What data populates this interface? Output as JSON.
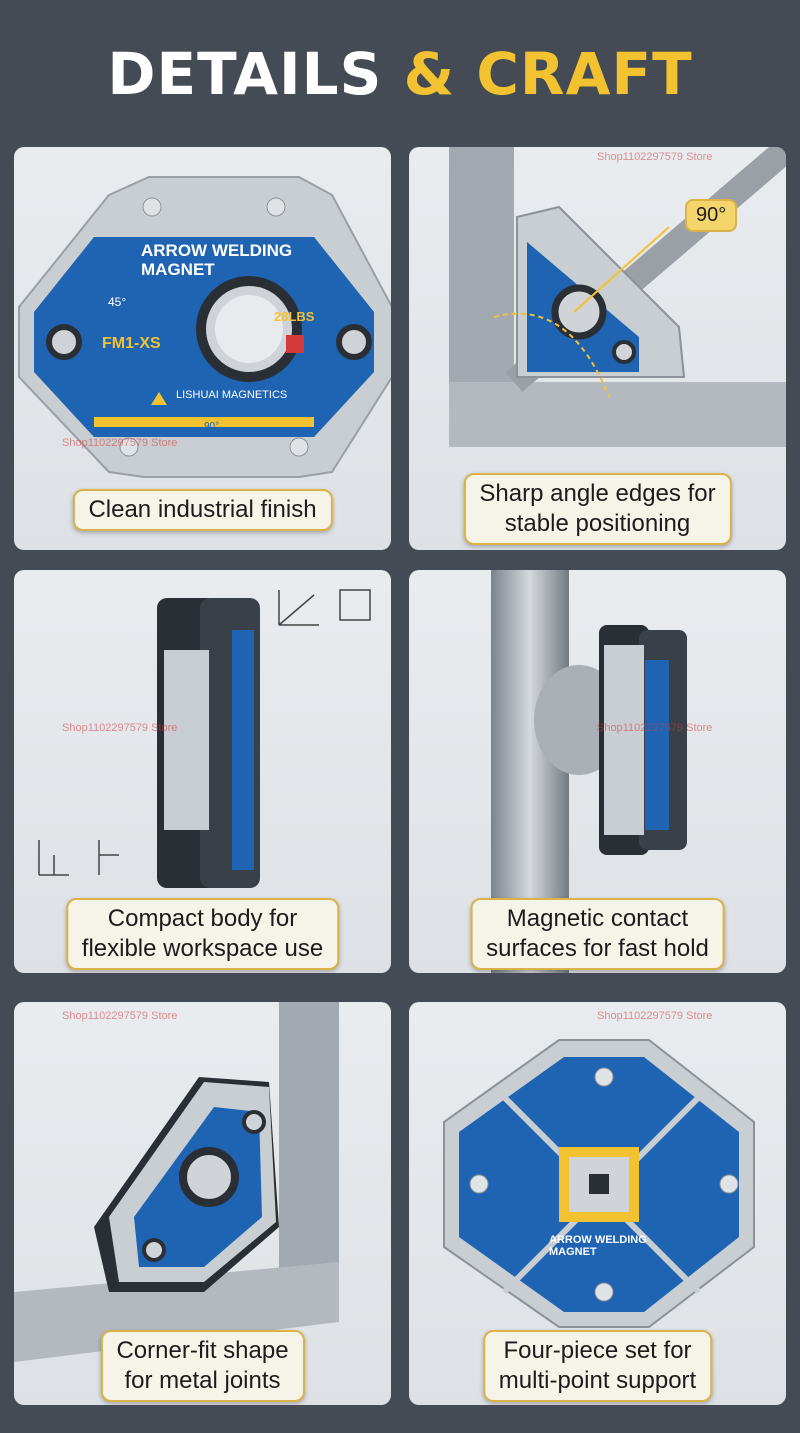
{
  "title": {
    "part1": "DETAILS",
    "part2": "& CRAFT"
  },
  "panels": [
    {
      "caption_line1": "Clean industrial finish",
      "caption_line2": ""
    },
    {
      "caption_line1": "Sharp angle edges for",
      "caption_line2": "stable positioning"
    },
    {
      "caption_line1": "Compact body for",
      "caption_line2": "flexible workspace use"
    },
    {
      "caption_line1": "Magnetic contact",
      "caption_line2": "surfaces for fast hold"
    },
    {
      "caption_line1": "Corner-fit shape",
      "caption_line2": "for metal joints"
    },
    {
      "caption_line1": "Four-piece set for",
      "caption_line2": "multi-point support"
    }
  ],
  "magnet": {
    "brand_line1": "ARROW WELDING",
    "brand_line2": "MAGNET",
    "model": "FM1-XS",
    "load": "28LBS",
    "maker": "LISHUAI MAGNETICS",
    "angle_small": "45°",
    "angle_bottom": "90°"
  },
  "angle_badge": "90°",
  "watermark": "Shop1102297579 Store",
  "colors": {
    "background": "#454b54",
    "accent": "#f2c230",
    "magnet_blue": "#1f63b3",
    "steel": "#c9ced3"
  }
}
